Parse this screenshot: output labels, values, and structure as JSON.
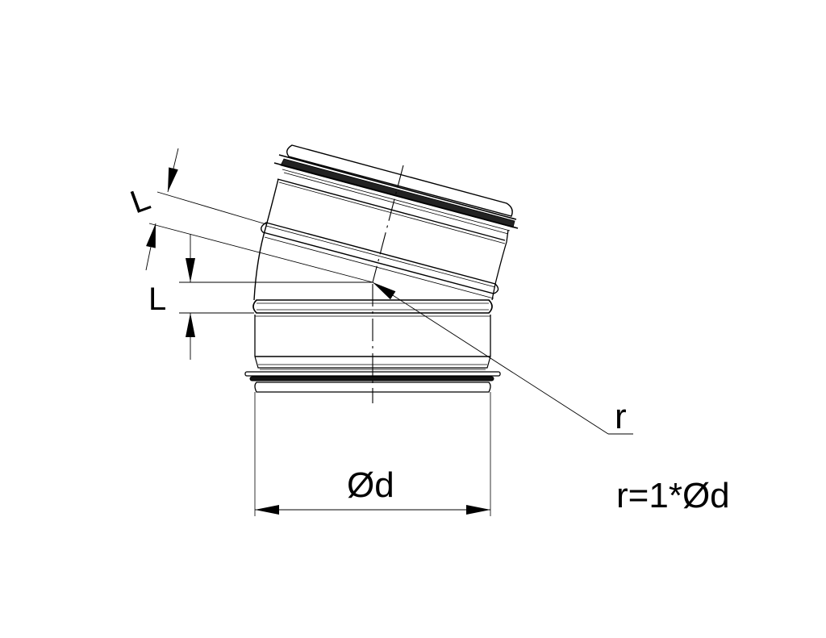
{
  "diagram": {
    "type": "technical-drawing",
    "subject": "Pipe bend segment (15° elbow) with sealing gaskets",
    "labels": {
      "length_top": "L",
      "length_bottom": "L",
      "radius": "r",
      "diameter": "Ød",
      "formula": "r=1*Ød"
    },
    "colors": {
      "line": "#000000",
      "thin_line": "#333333",
      "background": "#ffffff"
    }
  }
}
